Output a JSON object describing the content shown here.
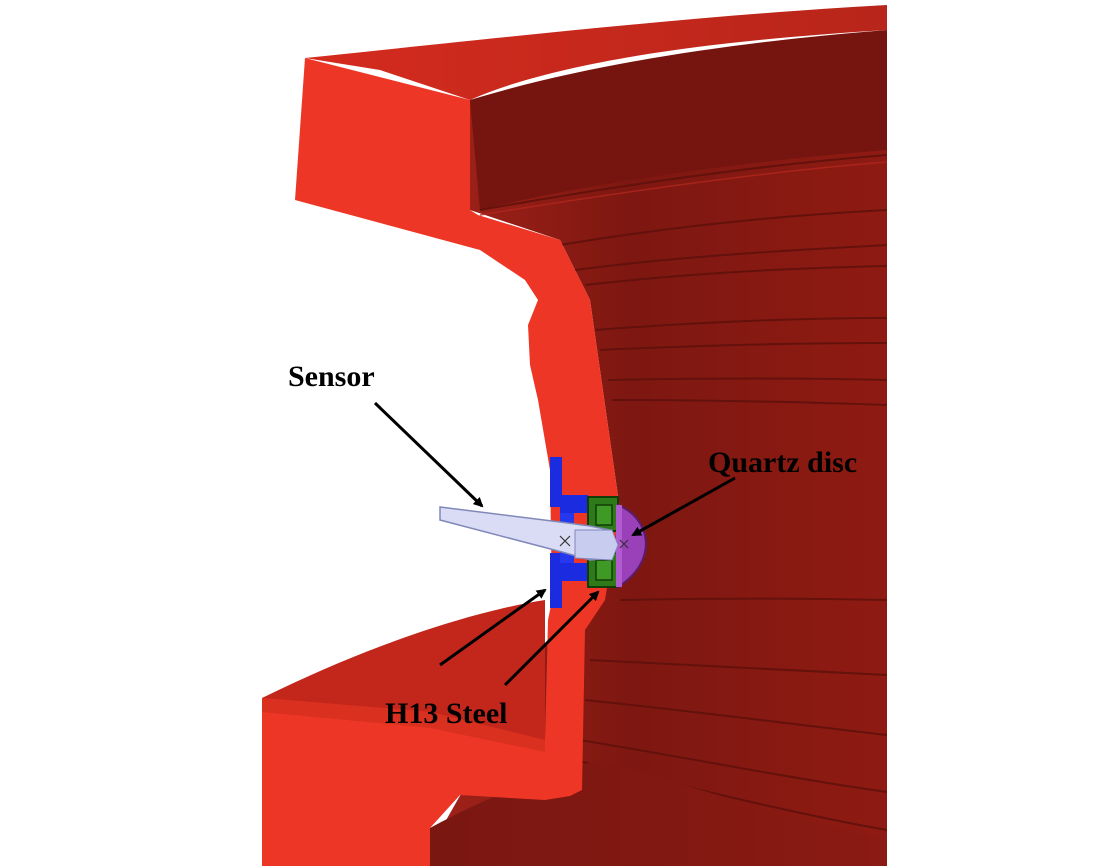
{
  "labels": {
    "sensor": "Sensor",
    "quartz": "Quartz disc",
    "steel": "H13 Steel"
  },
  "colors": {
    "section_face": "#ee3626",
    "inner_dark": "#7a1610",
    "inner_mid": "#9c1e15",
    "top_face": "#c9281c",
    "sensor_holder": "#1a2be0",
    "insulator": "#2e7a18",
    "quartz": "#9a40b8",
    "probe": "#dadcf5"
  }
}
